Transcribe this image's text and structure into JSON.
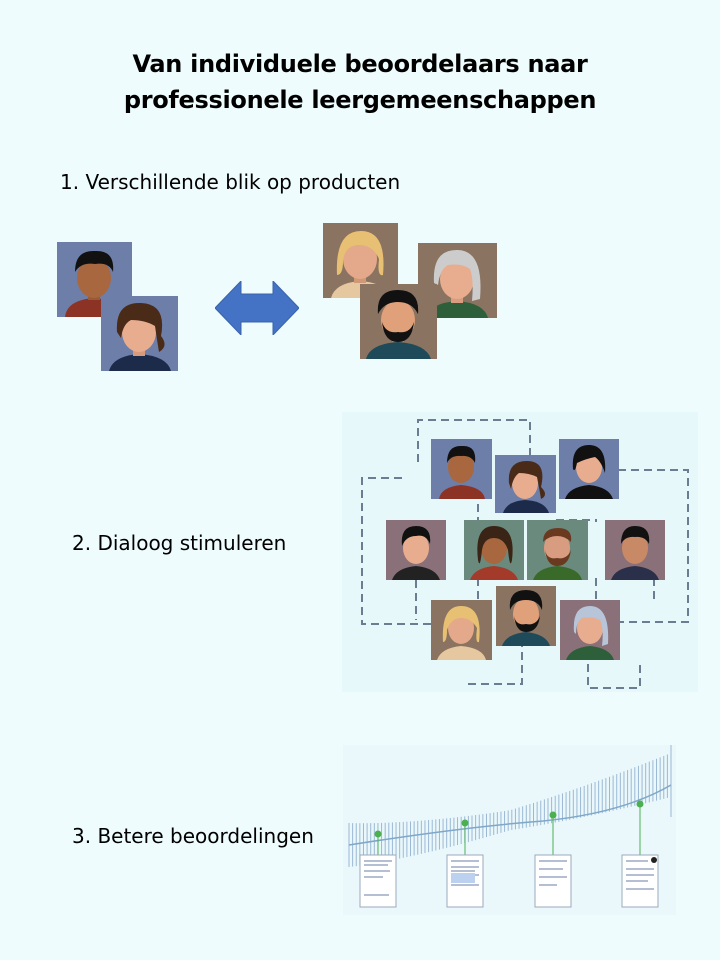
{
  "title_line1": "Van individuele beoordelaars naar",
  "title_line2": "professionele leergemeenschappen",
  "steps": [
    {
      "label": "1. Verschillende blik op producten"
    },
    {
      "label": "2. Dialoog stimuleren"
    },
    {
      "label": "3. Betere beoordelingen"
    }
  ],
  "colors": {
    "background": "#eefcfd",
    "arrow": "#4472c4",
    "dashed_line": "#6b7d92",
    "marker": "#4caf50"
  }
}
